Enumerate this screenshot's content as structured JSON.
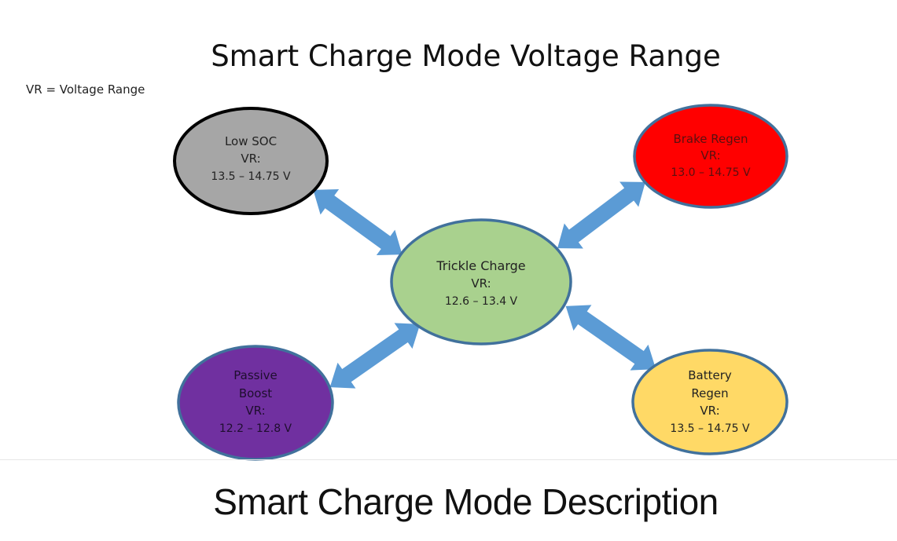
{
  "title": "Smart Charge Mode Voltage Range",
  "legend": "VR = Voltage Range",
  "caption": "Smart Charge Mode Description",
  "colors": {
    "arrow": "#5b9bd5",
    "outline": "#41719c",
    "low_soc_fill": "#a6a6a6",
    "low_soc_stroke": "#000000",
    "brake_regen_fill": "#ff0000",
    "trickle_fill": "#a9d18e",
    "passive_boost_fill": "#7030a0",
    "battery_regen_fill": "#ffd966"
  },
  "nodes": {
    "low_soc": {
      "lines": [
        "Low SOC",
        "VR:",
        "13.5 – 14.75 V"
      ]
    },
    "brake_regen": {
      "lines": [
        "Brake Regen",
        "VR:",
        "13.0 – 14.75 V"
      ]
    },
    "trickle": {
      "lines": [
        "Trickle Charge",
        "VR:",
        "12.6 – 13.4 V"
      ]
    },
    "passive_boost": {
      "lines": [
        "Passive",
        "Boost",
        "VR:",
        "12.2 – 12.8 V"
      ]
    },
    "battery_regen": {
      "lines": [
        "Battery",
        "Regen",
        "VR:",
        "13.5 – 14.75 V"
      ]
    }
  }
}
